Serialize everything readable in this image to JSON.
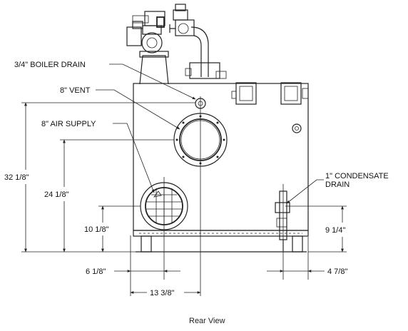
{
  "callouts": {
    "boiler_drain": "3/4\" BOILER DRAIN",
    "vent": "8\" VENT",
    "air_supply": "8\" AIR SUPPLY",
    "condensate_drain_line1": "1\" CONDENSATE",
    "condensate_drain_line2": "DRAIN"
  },
  "dimensions": {
    "overall_height": "32 1/8\"",
    "vent_height": "24 1/8\"",
    "air_supply_height": "10 1/8\"",
    "condensate_height": "9 1/4\"",
    "air_supply_offset": "6 1/8\"",
    "vent_offset": "13 3/8\"",
    "condensate_offset": "4 7/8\""
  },
  "caption": "Rear View"
}
